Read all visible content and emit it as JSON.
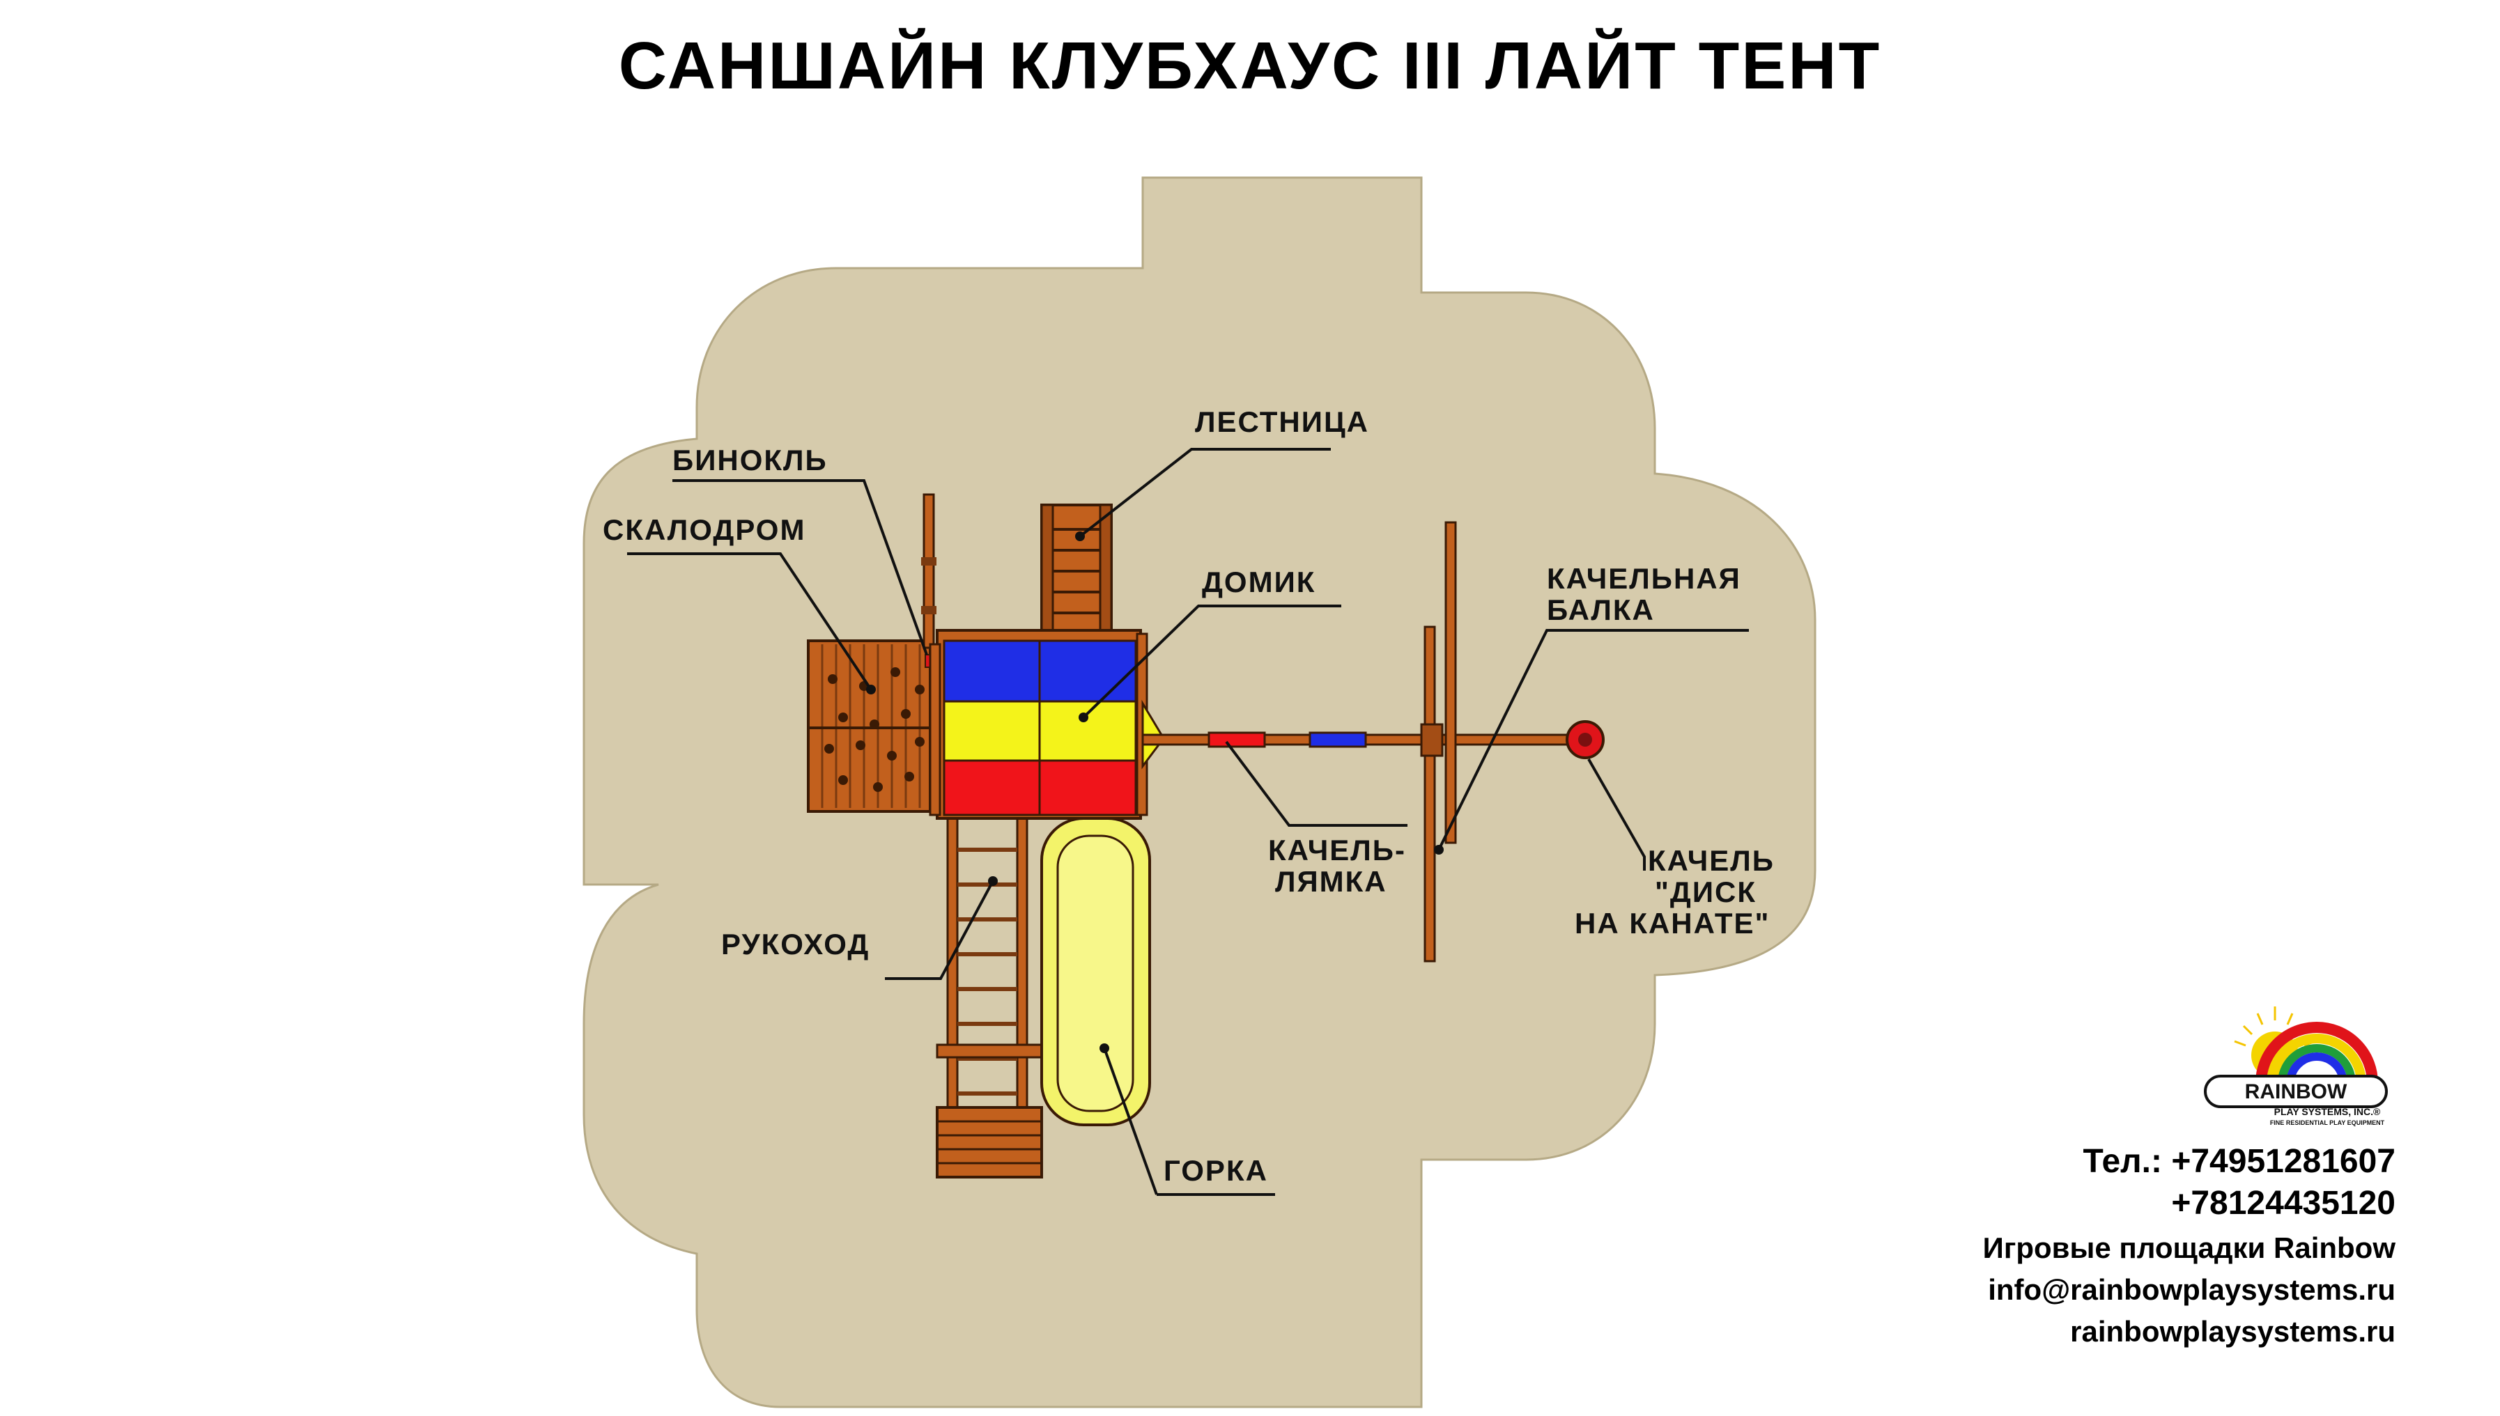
{
  "title": "САНШАЙН КЛУБХАУС III ЛАЙТ ТЕНТ",
  "labels": {
    "binocular": "БИНОКЛЬ",
    "climbing_wall": "СКАЛОДРОМ",
    "ladder": "ЛЕСТНИЦА",
    "house": "ДОМИК",
    "swing_beam_1": "КАЧЕЛЬНАЯ",
    "swing_beam_2": "БАЛКА",
    "belt_swing_1": "КАЧЕЛЬ-",
    "belt_swing_2": "ЛЯМКА",
    "disc_swing_1": "КАЧЕЛЬ",
    "disc_swing_2": "\"ДИСК",
    "disc_swing_3": "НА КАНАТЕ\"",
    "monkey_bars": "РУКОХОД",
    "slide": "ГОРКА"
  },
  "contact": {
    "phone_1": "Тел.: +74951281607",
    "phone_2": "+78124435120",
    "company": "Игровые площадки Rainbow",
    "email": "info@rainbowplaysystems.ru",
    "website": "rainbowplaysystems.ru"
  },
  "logo": {
    "brand": "RAINBOW",
    "line1": "PLAY SYSTEMS, INC.®",
    "line2": "FINE RESIDENTIAL PLAY EQUIPMENT"
  },
  "colors": {
    "ground": "#d6cbac",
    "wood": "#c2601d",
    "wood_dark": "#7a3a10",
    "roof_blue": "#1f2ee6",
    "roof_yellow": "#f4f31a",
    "roof_red": "#f0141a",
    "slide_yellow": "#f3f36a"
  }
}
